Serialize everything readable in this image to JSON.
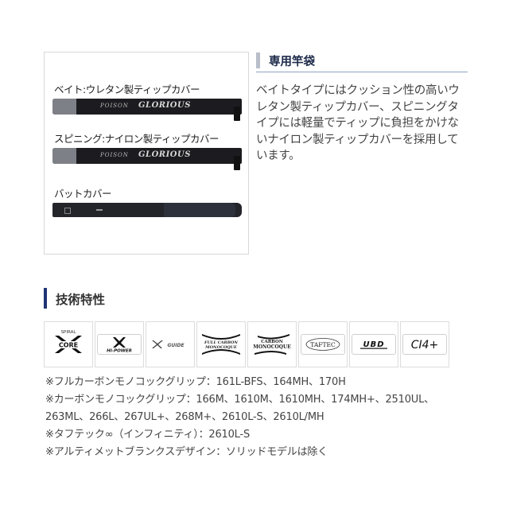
{
  "image_panel": {
    "bags": [
      {
        "label": "ベイト:ウレタン製ティップカバー",
        "logo_small": "POISON",
        "logo_big": "GLORIOUS"
      },
      {
        "label": "スピニング:ナイロン製ティップカバー",
        "logo_small": "POISON",
        "logo_big": "GLORIOUS"
      }
    ],
    "butt_cover": {
      "label": "バットカバー"
    }
  },
  "rod_bag_section": {
    "title": "専用竿袋",
    "description": "ベイトタイプにはクッション性の高いウレタン製ティップカバー、スピニングタイプには軽量でティップに負担をかけないナイロン製ティップカバーを採用しています。"
  },
  "tech_section": {
    "title": "技術特性",
    "icons": [
      {
        "name": "spiral-x-core",
        "top": "SPIRAL",
        "main": "CORE"
      },
      {
        "name": "x-hi-power",
        "main": "HI-POWER"
      },
      {
        "name": "x-guide",
        "main": "XGUIDE"
      },
      {
        "name": "full-carbon-monocoque",
        "top": "FULL CARBON",
        "main": "MONOCOQUE"
      },
      {
        "name": "carbon-monocoque",
        "top": "CARBON",
        "main": "MONOCOQUE"
      },
      {
        "name": "taftec",
        "main": "TAFTEC"
      },
      {
        "name": "ubd",
        "main": "UBD"
      },
      {
        "name": "ci4-plus",
        "main": "CI4+"
      }
    ],
    "specs": [
      "※フルカーボンモノコックグリップ：161L-BFS、164MH、170H",
      "※カーボンモノコックグリップ：166M、1610M、1610MH、174MH+、2510UL、",
      "263ML、266L、267UL+、268M+、2610L-S、2610L/MH",
      "※タフテック∞（インフィニティ）：2610L-S",
      "※アルティメットブランクスデザイン：ソリッドモデルは除く"
    ]
  },
  "colors": {
    "heading_bar_tech": "#1f3474",
    "heading_bar_bag": "#b9bfca",
    "heading_underline": "#8fa3c4",
    "bag_body": "#1c1c20"
  }
}
